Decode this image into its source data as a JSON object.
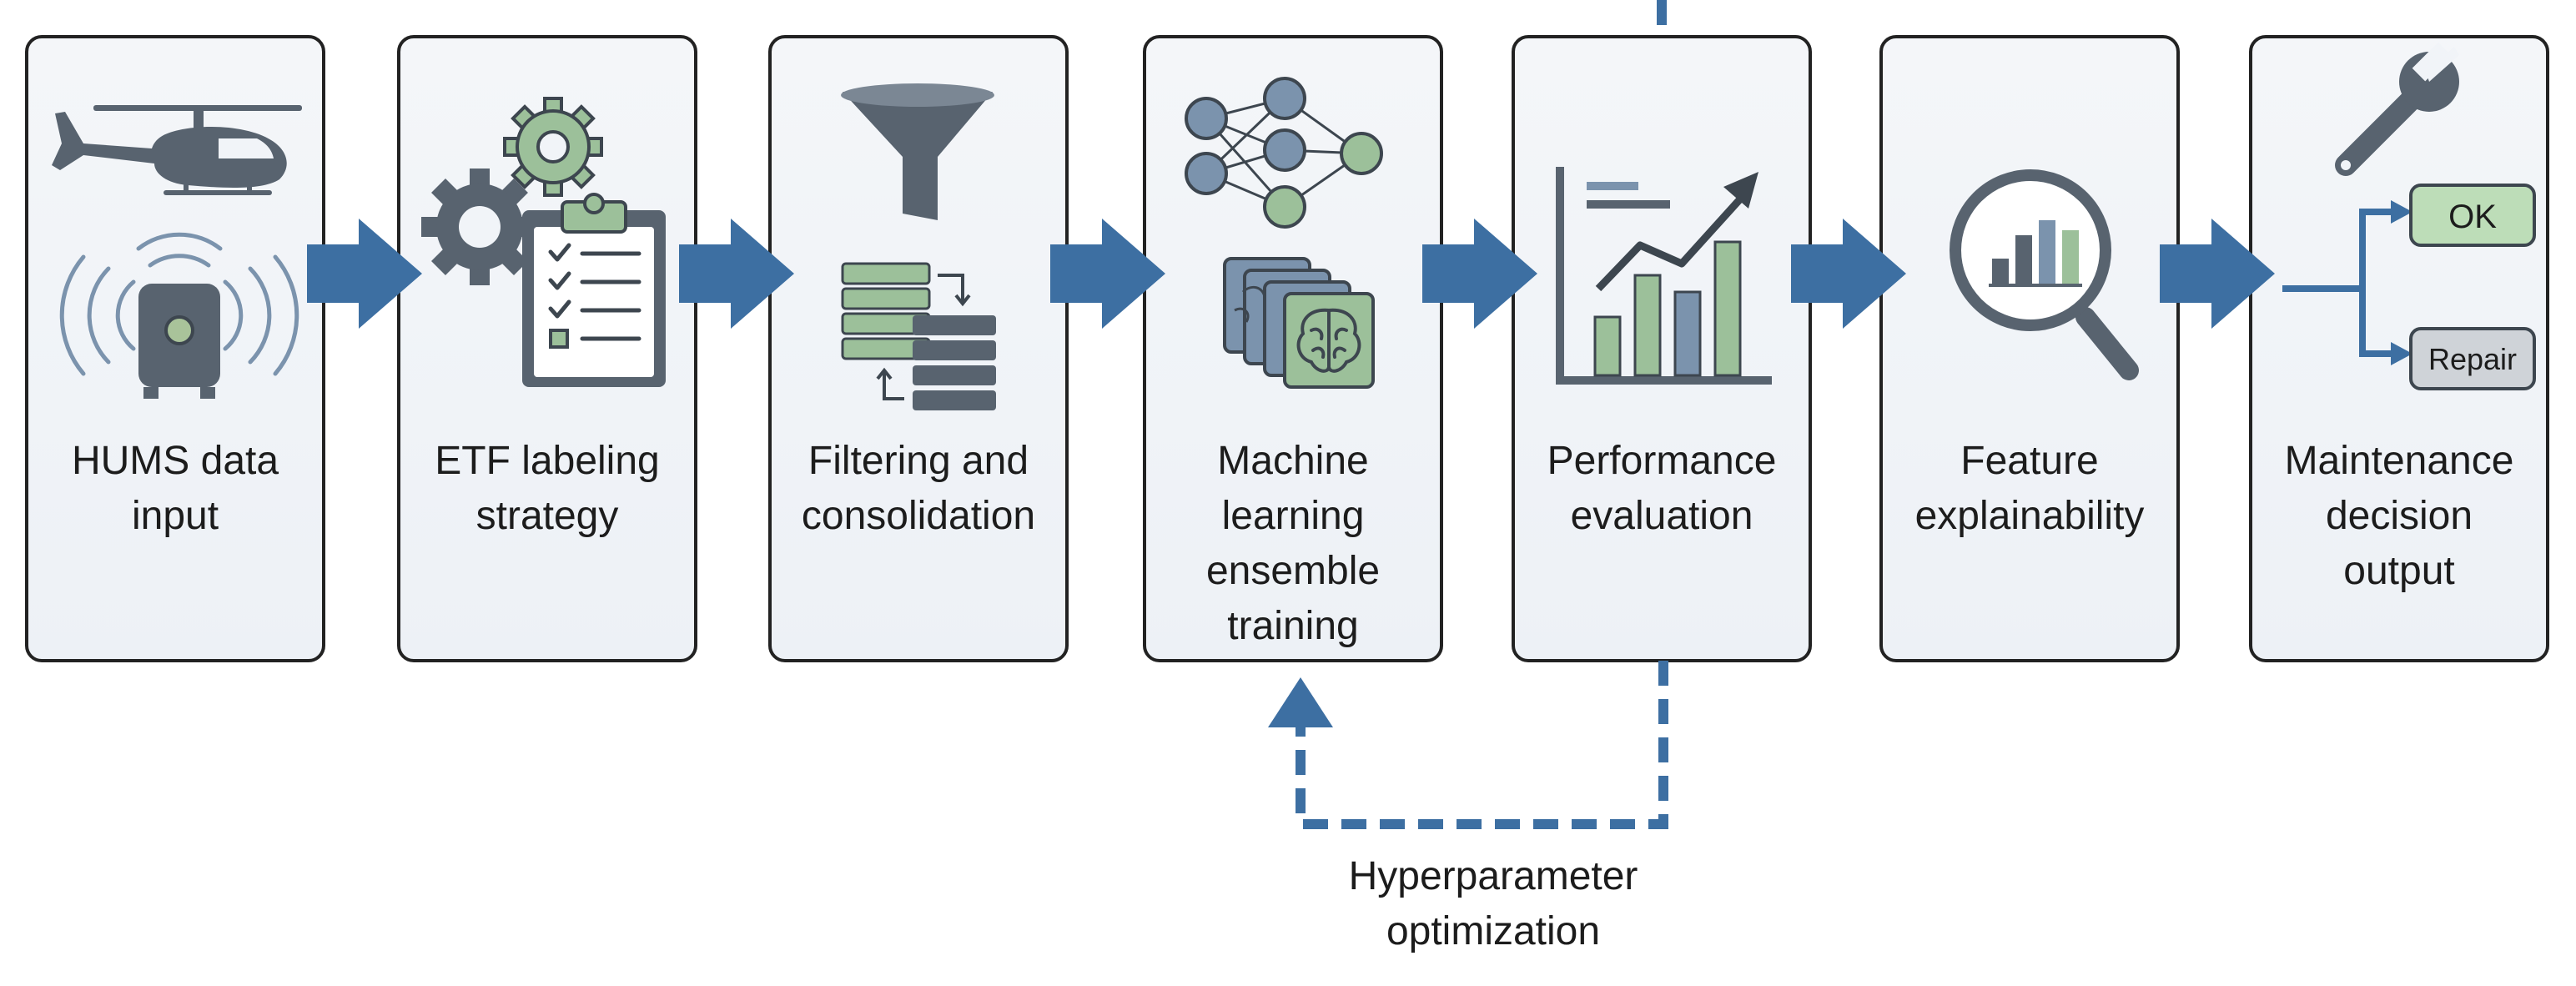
{
  "steps": [
    {
      "id": "hums",
      "lines": [
        "HUMS data",
        "input"
      ],
      "icon": "helicopter-sensor-icon"
    },
    {
      "id": "etf",
      "lines": [
        "ETF labeling",
        "strategy"
      ],
      "icon": "gears-clipboard-icon"
    },
    {
      "id": "filter",
      "lines": [
        "Filtering and",
        "consolidation"
      ],
      "icon": "funnel-table-icon"
    },
    {
      "id": "ml",
      "lines": [
        "Machine",
        "learning",
        "ensemble",
        "training"
      ],
      "icon": "neural-network-brains-icon"
    },
    {
      "id": "perf",
      "lines": [
        "Performance",
        "evaluation"
      ],
      "icon": "chart-trend-icon"
    },
    {
      "id": "feat",
      "lines": [
        "Feature",
        "explainability"
      ],
      "icon": "magnifier-chart-icon"
    },
    {
      "id": "maint",
      "lines": [
        "Maintenance",
        "decision",
        "output"
      ],
      "icon": "wrench-decision-icon"
    }
  ],
  "outputs": {
    "ok": "OK",
    "repair": "Repair"
  },
  "feedback_label": [
    "Hyperparameter",
    "optimization"
  ],
  "colors": {
    "arrow": "#3d6fa2",
    "box_fill": "#f1f4f8",
    "icon_gray": "#58636f",
    "icon_blue": "#7b93ad",
    "icon_green": "#9cc09a",
    "ok_fill": "#bdddb8",
    "repair_fill": "#cfd3d8"
  }
}
